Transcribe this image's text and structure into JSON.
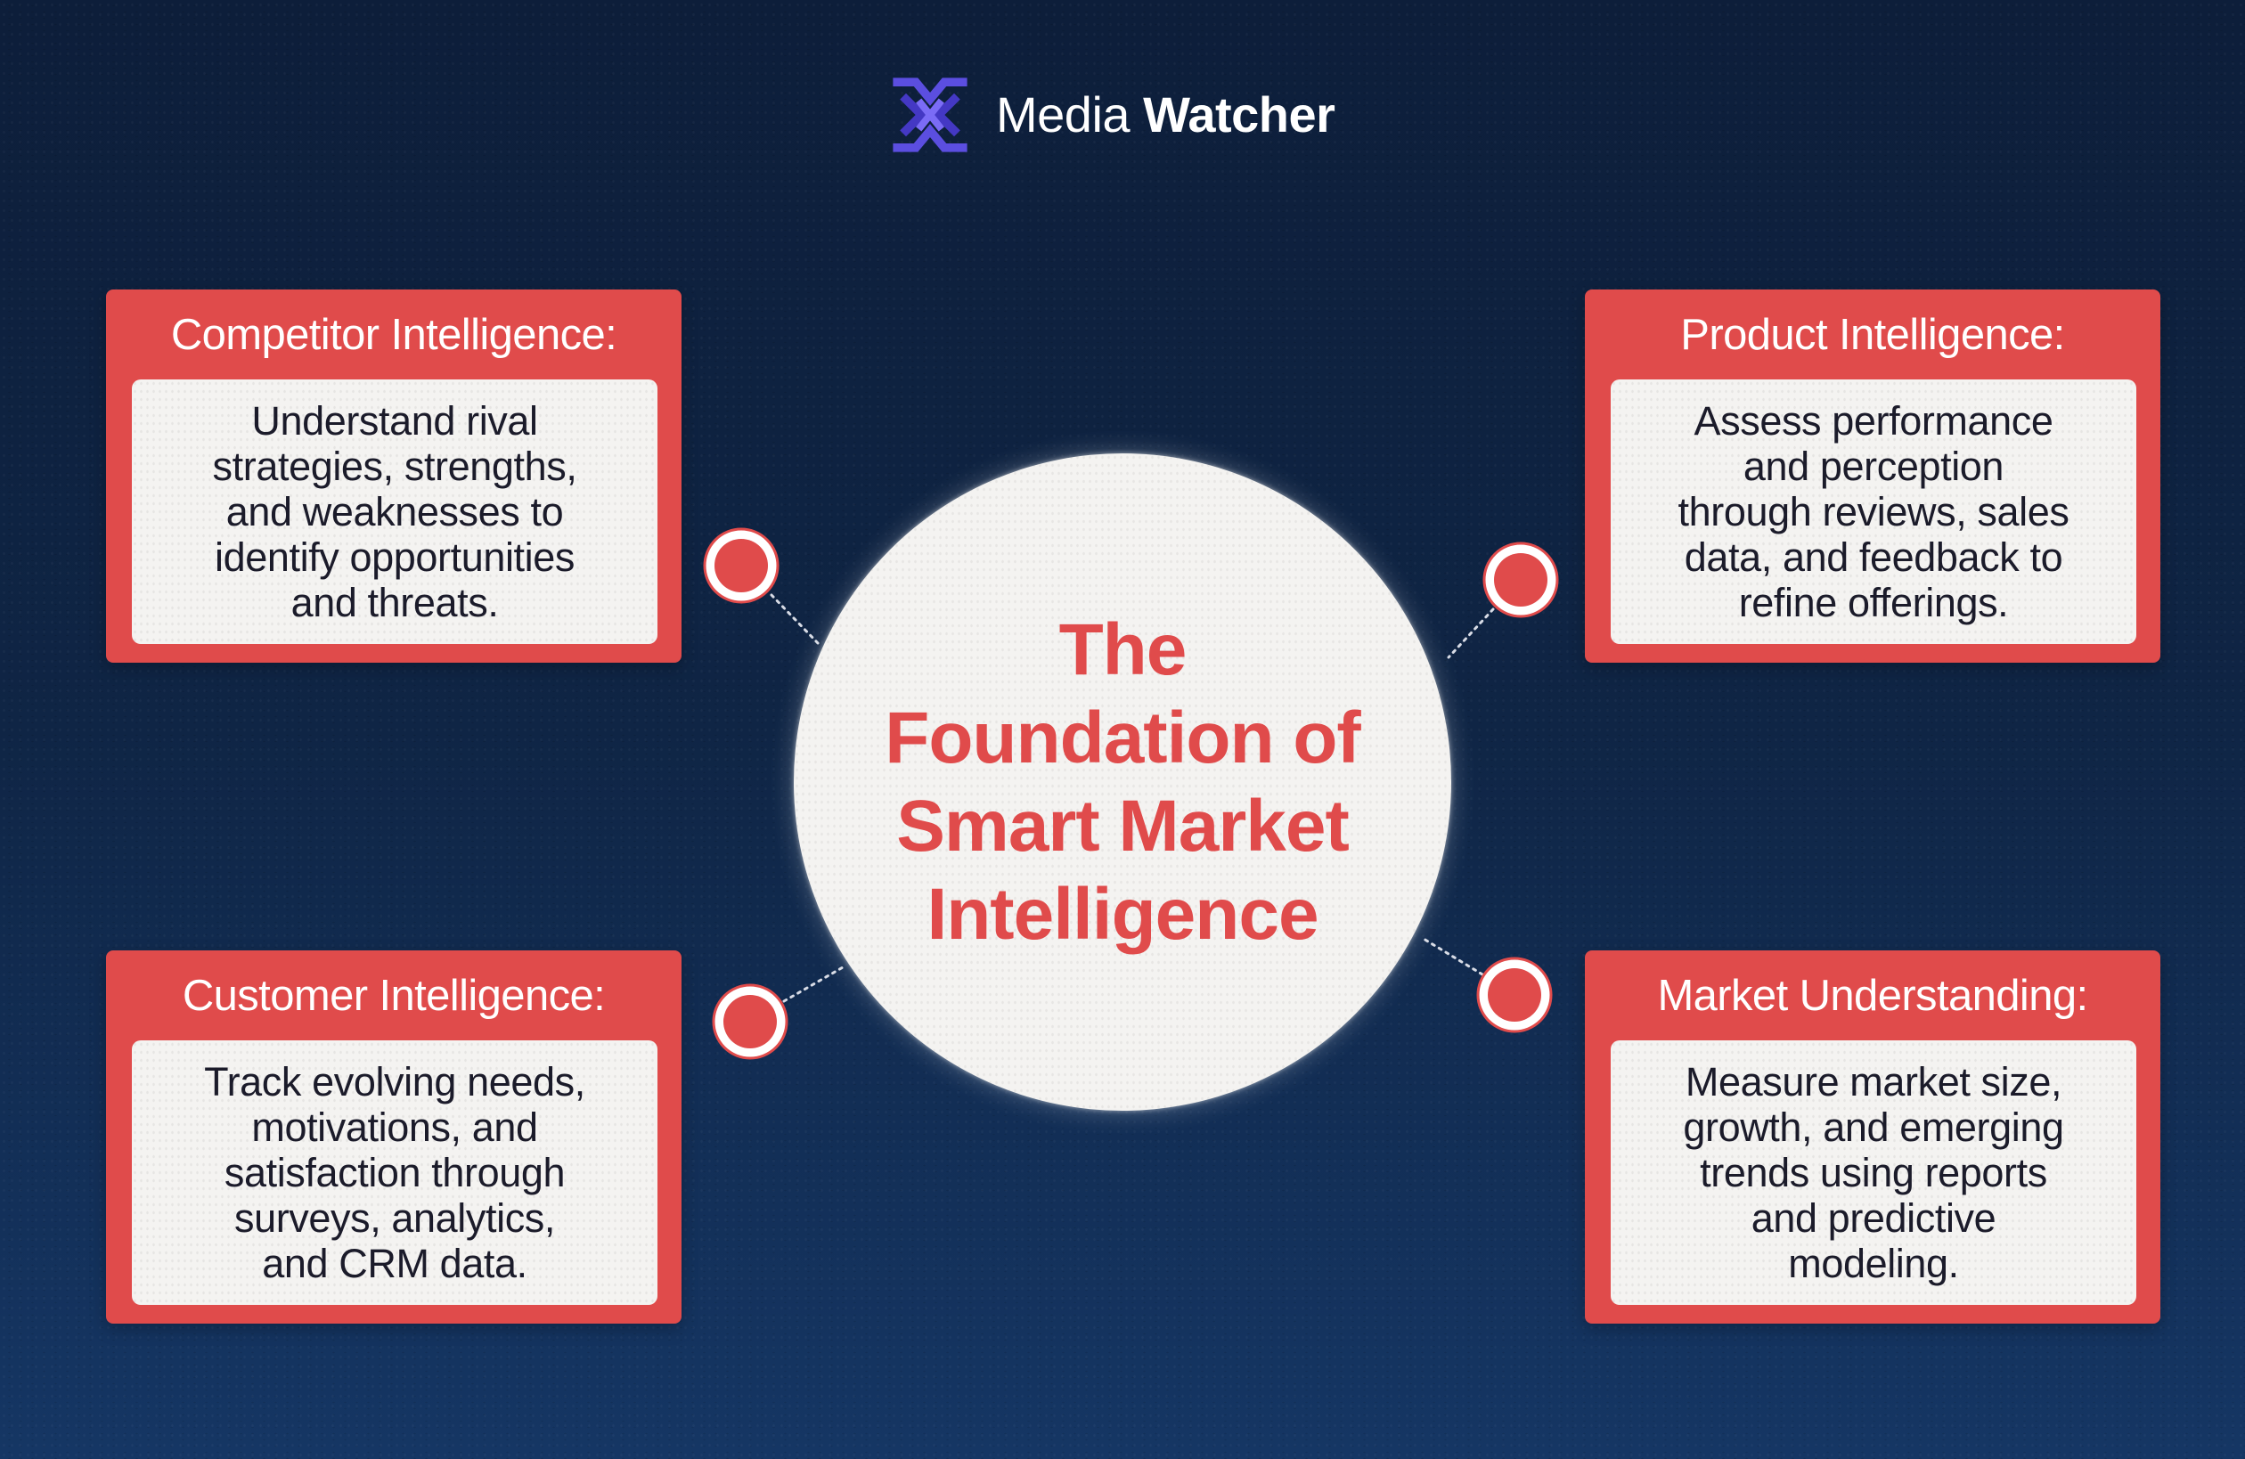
{
  "brand": {
    "name_regular": "Media",
    "name_bold": "Watcher",
    "icon": "media-watcher-logo-icon"
  },
  "center": {
    "title_lines": [
      "The",
      "Foundation of",
      "Smart Market",
      "Intelligence"
    ]
  },
  "cards": [
    {
      "heading": "Competitor Intelligence:",
      "body_lines": [
        "Understand rival",
        "strategies, strengths,",
        "and weaknesses to",
        "identify opportunities",
        "and threats."
      ]
    },
    {
      "heading": "Product Intelligence:",
      "body_lines": [
        "Assess performance",
        "and perception",
        "through reviews, sales",
        "data, and feedback to",
        "refine offerings."
      ]
    },
    {
      "heading": "Customer Intelligence:",
      "body_lines": [
        "Track evolving needs,",
        "motivations, and",
        "satisfaction through",
        "surveys, analytics,",
        "and CRM data."
      ]
    },
    {
      "heading": "Market Understanding:",
      "body_lines": [
        "Measure market size,",
        "growth, and emerging",
        "trends using reports",
        "and predictive",
        "modeling."
      ]
    }
  ],
  "colors": {
    "background_top": "#0d1e3a",
    "background_bottom": "#153664",
    "accent": "#e04b4b",
    "panel": "#f4f3f1",
    "text": "#1b1b2a",
    "logo": "#5b4ee0"
  }
}
